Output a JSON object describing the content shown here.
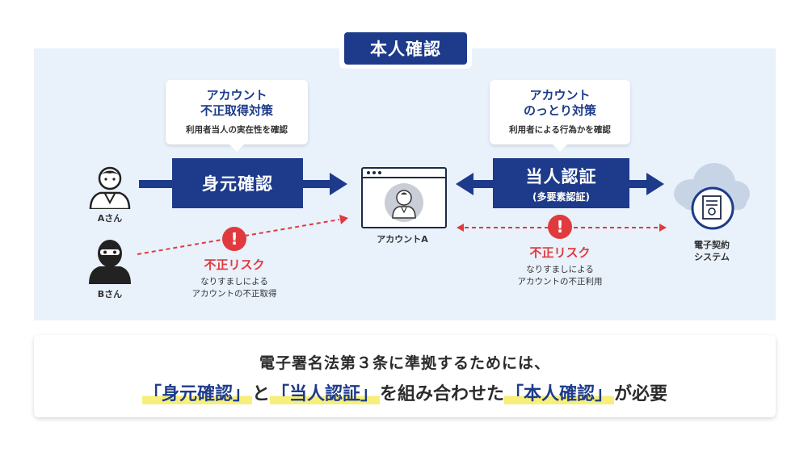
{
  "title": "本人確認",
  "callout_left": {
    "line1": "アカウント",
    "line2": "不正取得対策",
    "sub": "利用者当人の実在性を確認"
  },
  "callout_right": {
    "line1": "アカウント",
    "line2": "のっとり対策",
    "sub": "利用者による行為かを確認"
  },
  "arrow_left_label": "身元確認",
  "arrow_right_label": "当人認証",
  "arrow_right_sub": "(多要素認証)",
  "person_a": "Aさん",
  "person_b": "Bさん",
  "account": "アカウントA",
  "system": {
    "line1": "電子契約",
    "line2": "システム"
  },
  "risk_left": {
    "title": "不正リスク",
    "line1": "なりすましによる",
    "line2": "アカウントの不正取得"
  },
  "risk_right": {
    "title": "不正リスク",
    "line1": "なりすましによる",
    "line2": "アカウントの不正利用"
  },
  "bottom": {
    "line1": "電子署名法第３条に準拠するためには、",
    "q1": "「身元確認」",
    "and": "と",
    "q2": "「当人認証」",
    "mid": "を組み合わせた",
    "q3": "「本人確認」",
    "end": "が必要"
  },
  "colors": {
    "navy": "#1d3b8a",
    "panel": "#e9f1fb",
    "risk": "#e03a3e",
    "highlight": "#f7ef7a",
    "cloud": "#c6d4e6"
  }
}
